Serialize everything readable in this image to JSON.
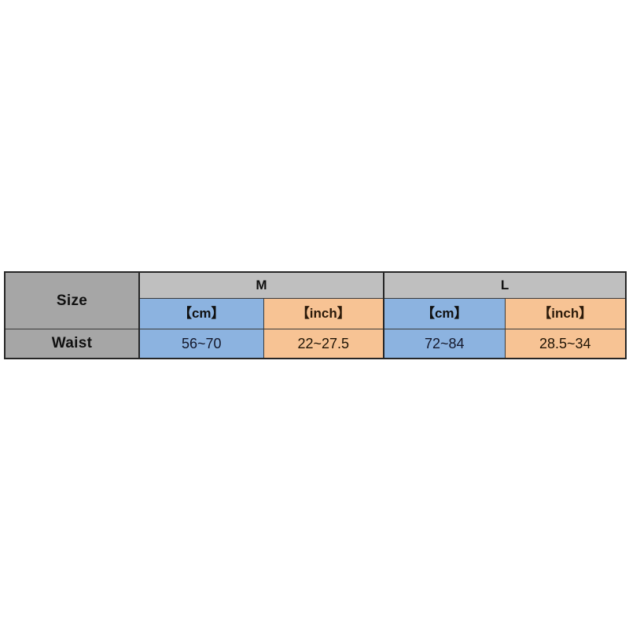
{
  "chart_data": {
    "type": "table",
    "title": "",
    "row_header_labels": [
      "Size",
      "Waist"
    ],
    "groups": [
      "M",
      "L"
    ],
    "units": [
      "【cm】",
      "【inch】"
    ],
    "columns": [
      {
        "group": "M",
        "unit": "【cm】"
      },
      {
        "group": "M",
        "unit": "【inch】"
      },
      {
        "group": "L",
        "unit": "【cm】"
      },
      {
        "group": "L",
        "unit": "【inch】"
      }
    ],
    "rows": [
      {
        "label": "Waist",
        "values": [
          "56~70",
          "22~27.5",
          "72~84",
          "28.5~34"
        ]
      }
    ],
    "colors": {
      "label_gray": "#a6a6a6",
      "group_gray": "#bfbfbf",
      "cm_blue": "#8cb3e0",
      "inch_orange": "#f7c394",
      "border": "#262626",
      "background": "#ffffff"
    }
  },
  "table": {
    "corner_label": "Size",
    "row_label": "Waist",
    "group_m": "M",
    "group_l": "L",
    "unit_cm_m": "【cm】",
    "unit_inch_m": "【inch】",
    "unit_cm_l": "【cm】",
    "unit_inch_l": "【inch】",
    "waist_cm_m": "56~70",
    "waist_inch_m": "22~27.5",
    "waist_cm_l": "72~84",
    "waist_inch_l": "28.5~34"
  }
}
